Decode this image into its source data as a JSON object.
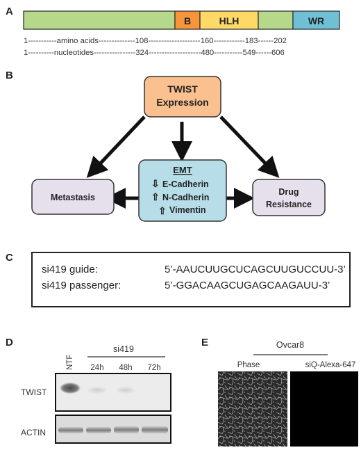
{
  "panel_a": {
    "letter": "A",
    "segments": [
      {
        "label": "",
        "color": "#b5d88a"
      },
      {
        "label": "B",
        "color": "#f7953b"
      },
      {
        "label": "HLH",
        "color": "#ffd966"
      },
      {
        "label": "",
        "color": "#b5d88a"
      },
      {
        "label": "WR",
        "color": "#6fc0d5"
      }
    ],
    "aa_line": "1-----------amino acids--------------108--------------------160------------183------202",
    "nt_line": "1----------nucleotides----------------324--------------------480-----------549------606"
  },
  "panel_b": {
    "letter": "B",
    "twist_line1": "TWIST",
    "twist_line2": "Expression",
    "emt_title": "EMT",
    "emt_items": [
      {
        "arrow": "⇩",
        "text": "E-Cadherin"
      },
      {
        "arrow": "⇧",
        "text": "N-Cadherin"
      },
      {
        "arrow": "⇧",
        "text": "Vimentin"
      }
    ],
    "metastasis": "Metastasis",
    "drug_line1": "Drug",
    "drug_line2": "Resistance",
    "colors": {
      "twist": "#fac090",
      "emt": "#b7dee8",
      "outcome": "#e6e0ec"
    }
  },
  "panel_c": {
    "letter": "C",
    "guide_label": "si419 guide:",
    "guide_seq": "5’-AAUCUUGCUCAGCUUGUCCUU-3’",
    "passenger_label": "si419 passenger:",
    "passenger_seq": "5’-GGACAAGCUGAGCAAGAUU-3’"
  },
  "panel_d": {
    "letter": "D",
    "group_label": "si419",
    "lanes": [
      "NTF",
      "24h",
      "48h",
      "72h"
    ],
    "rows": [
      "TWIST",
      "ACTIN"
    ]
  },
  "panel_e": {
    "letter": "E",
    "cell_line": "Ovcar8",
    "columns": [
      "Phase",
      "siQ-Alexa-647"
    ]
  }
}
